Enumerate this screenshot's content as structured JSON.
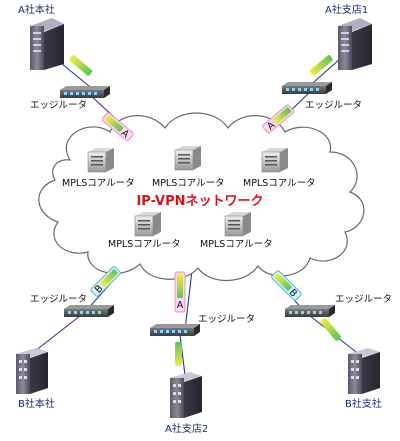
{
  "network": {
    "title": "IP-VPNネットワーク"
  },
  "core_routers": [
    {
      "label": "MPLSコアルータ"
    },
    {
      "label": "MPLSコアルータ"
    },
    {
      "label": "MPLSコアルータ"
    },
    {
      "label": "MPLSコアルータ"
    },
    {
      "label": "MPLSコアルータ"
    }
  ],
  "sites": [
    {
      "label": "A社本社"
    },
    {
      "label": "A社支店1"
    },
    {
      "label": "B社本社"
    },
    {
      "label": "A社支店2"
    },
    {
      "label": "B社支社"
    }
  ],
  "edge_routers": [
    {
      "label": "エッジルータ"
    },
    {
      "label": "エッジルータ"
    },
    {
      "label": "エッジルータ"
    },
    {
      "label": "エッジルータ"
    },
    {
      "label": "エッジルータ"
    }
  ],
  "vpn_tags": [
    {
      "letter": "A",
      "color": "#f08cc8"
    },
    {
      "letter": "A",
      "color": "#f08cc8"
    },
    {
      "letter": "B",
      "color": "#4ab8e8"
    },
    {
      "letter": "A",
      "color": "#f08cc8"
    },
    {
      "letter": "B",
      "color": "#4ab8e8"
    }
  ],
  "colors": {
    "link": "#2a3a8a",
    "cloud_stroke": "#6a6a6a",
    "title": "#e0101a"
  }
}
